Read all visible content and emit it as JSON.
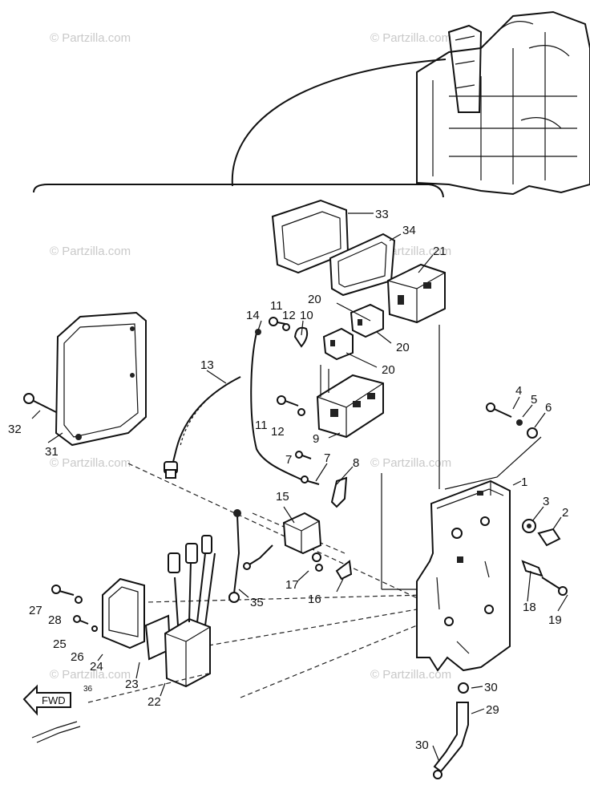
{
  "watermarks": [
    "© Partzilla.com",
    "© Partzilla.com",
    "© Partzilla.com",
    "© Partzilla.com",
    "© Partzilla.com",
    "© Partzilla.com",
    "© Partzilla.com",
    "© Partzilla.com"
  ],
  "labels": {
    "l1": "1",
    "l2": "2",
    "l3": "3",
    "l4": "4",
    "l5": "5",
    "l6": "6",
    "l7a": "7",
    "l7b": "7",
    "l8": "8",
    "l9": "9",
    "l10": "10",
    "l11a": "11",
    "l11b": "11",
    "l12a": "12",
    "l12b": "12",
    "l13": "13",
    "l14": "14",
    "l15": "15",
    "l16": "16",
    "l17": "17",
    "l18": "18",
    "l19": "19",
    "l20a": "20",
    "l20b": "20",
    "l20c": "20",
    "l21": "21",
    "l22": "22",
    "l23": "23",
    "l24": "24",
    "l25": "25",
    "l26": "26",
    "l27": "27",
    "l28": "28",
    "l29": "29",
    "l30a": "30",
    "l30b": "30",
    "l31": "31",
    "l32": "32",
    "l33": "33",
    "l34": "34",
    "l35": "35",
    "l36": "36"
  },
  "fwd_label": "FWD"
}
